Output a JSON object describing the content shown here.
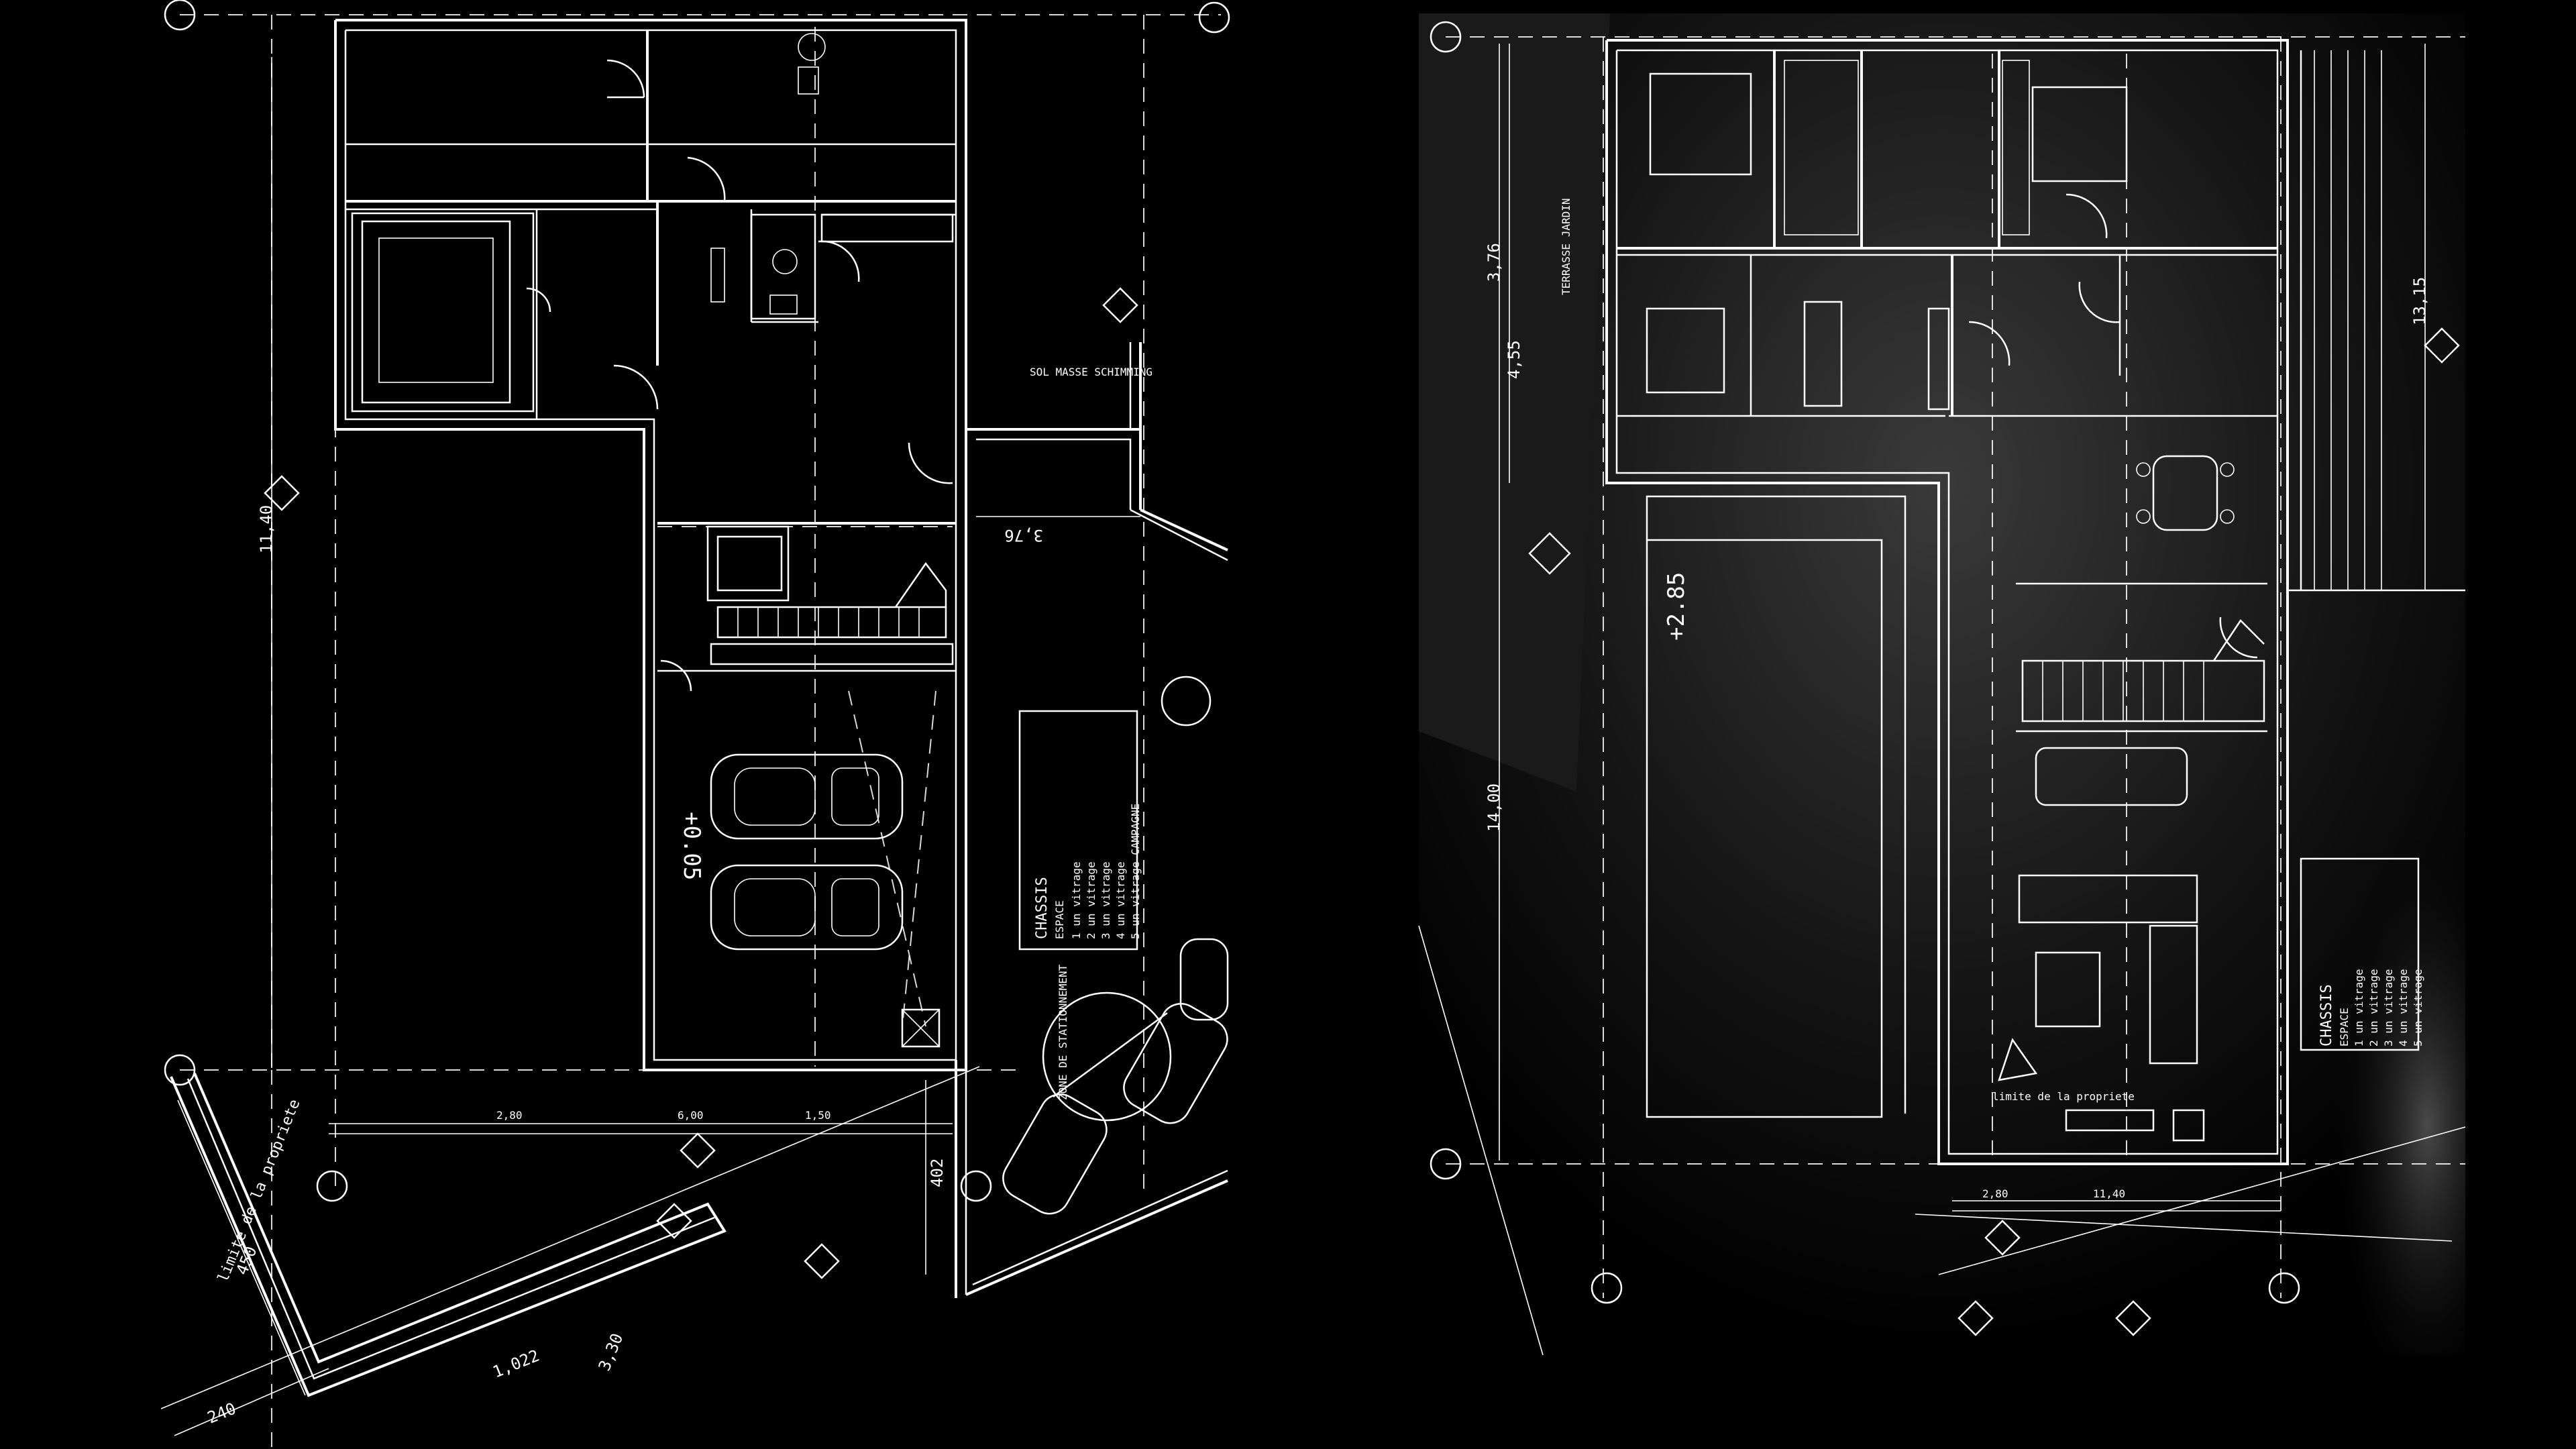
{
  "left_plan": {
    "name": "ground-floor-plan",
    "dims": {
      "d1": "3,76",
      "d2": "1,022",
      "d3": "240",
      "d4": "402",
      "d5": "450",
      "d6": "3,30",
      "d7": "11,40",
      "d8": "2,80",
      "d9": "1,50",
      "d10": "6,00"
    },
    "level_mark": "+0.05",
    "legend_title": "CHASSIS",
    "legend_lines": [
      "ESPACE",
      "1 un vitrage",
      "2 un vitrage",
      "3 un vitrage",
      "4 un vitrage",
      "5 un vitrage CAMPAGNE"
    ],
    "annotations": [
      "SOL MASSE SCHIMMING",
      "limite de la propriete",
      "ZONE DE STATIONNEMENT"
    ]
  },
  "right_plan": {
    "name": "first-floor-plan",
    "dims": {
      "d1": "3,76",
      "d2": "14,00",
      "d3": "4,55",
      "d4": "13,15",
      "d5": "11,40",
      "d6": "2,80"
    },
    "level_mark": "+2.85",
    "legend_title": "CHASSIS",
    "legend_lines": [
      "ESPACE",
      "1 un vitrage",
      "2 un vitrage",
      "3 un vitrage",
      "4 un vitrage",
      "5 un vitrage"
    ],
    "annotations": [
      "TERRASSE JARDIN",
      "limite de la propriete"
    ]
  },
  "colors": {
    "background": "#000000",
    "lines": "#ffffff"
  }
}
